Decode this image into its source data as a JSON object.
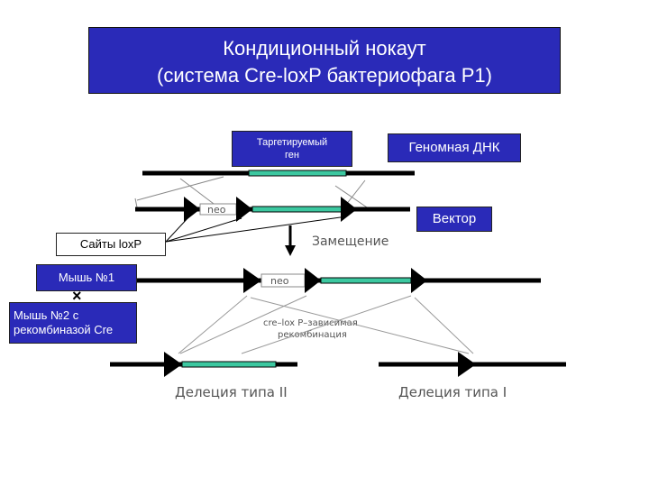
{
  "title": {
    "line1": "Кондиционный нокаут",
    "line2": "(система Cre-loxP бактериофага Р1)"
  },
  "labels": {
    "target_gene_line1": "Таргетируемый",
    "target_gene_line2": "ген",
    "genomic_dna": "Геномная ДНК",
    "vector": "Вектор",
    "loxp_sites": "Сайты loxP",
    "mouse1": "Мышь №1",
    "cross": "×",
    "mouse2_line1": "Мышь №2 с",
    "mouse2_line2": "рекомбиназой Cre"
  },
  "diagram": {
    "neo_1": "neo",
    "neo_2": "neo",
    "replacement": "Замещение",
    "cre_line1": "cre–lox P–зависимая",
    "cre_line2": "рекомбинация",
    "deletion_2": "Делеция типа II",
    "deletion_1": "Делеция типа I"
  },
  "colors": {
    "title_bg": "#2a2ab8",
    "gene": "#3cc8a0",
    "dna": "#000000"
  }
}
